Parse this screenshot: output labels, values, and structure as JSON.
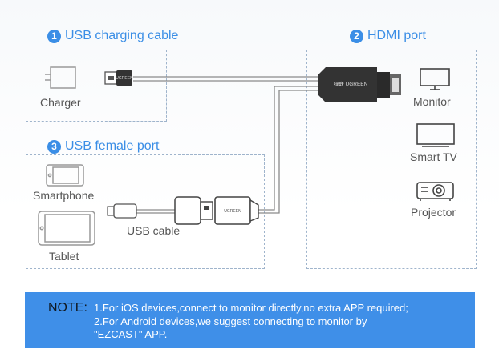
{
  "sections": {
    "usb_charging": {
      "number": "1",
      "title": "USB charging cable"
    },
    "hdmi": {
      "number": "2",
      "title": "HDMI port"
    },
    "usb_female": {
      "number": "3",
      "title": "USB female port"
    }
  },
  "labels": {
    "charger": "Charger",
    "monitor": "Monitor",
    "smart_tv": "Smart TV",
    "projector": "Projector",
    "smartphone": "Smartphone",
    "tablet": "Tablet",
    "usb_cable": "USB cable"
  },
  "connector_text": {
    "usb": "UGREEN",
    "hdmi": "绿联 UGREEN",
    "female": "UGREEN"
  },
  "note": {
    "heading": "NOTE:",
    "line1": "1.For iOS devices,connect to monitor directly,no extra APP required;",
    "line2": "2.For Android devices,we suggest connecting to monitor by",
    "line3": "\"EZCAST\" APP."
  },
  "colors": {
    "accent": "#3b8ee6",
    "note_bg": "#3f8fe8"
  }
}
